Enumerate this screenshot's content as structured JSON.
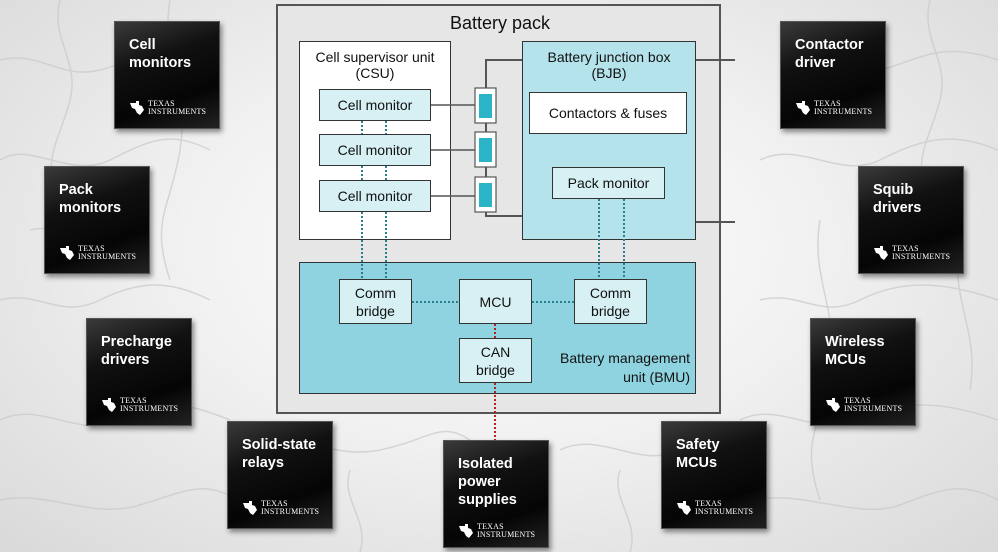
{
  "diagram": {
    "title": "Battery pack",
    "csu": {
      "title_line1": "Cell supervisor unit",
      "title_line2": "(CSU)",
      "monitors": [
        "Cell monitor",
        "Cell monitor",
        "Cell monitor"
      ]
    },
    "bjb": {
      "title_line1": "Battery junction box",
      "title_line2": "(BJB)",
      "contactors": "Contactors & fuses",
      "pack_monitor": "Pack monitor"
    },
    "bmu": {
      "comm_bridge_left_l1": "Comm",
      "comm_bridge_left_l2": "bridge",
      "mcu": "MCU",
      "comm_bridge_right_l1": "Comm",
      "comm_bridge_right_l2": "bridge",
      "can_bridge_l1": "CAN",
      "can_bridge_l2": "bridge",
      "label_line1": "Battery management",
      "label_line2": "unit (BMU)"
    },
    "colors": {
      "bmu_fill": "#8fd3e0",
      "bjb_fill": "#b5e3ec",
      "module_fill": "#d6f0f4",
      "cell_fill": "#2bb3c8",
      "can_link": "#b22222",
      "data_link": "#2a7f8a"
    }
  },
  "products": [
    {
      "line1": "Cell",
      "line2": "monitors",
      "brand1": "TEXAS",
      "brand2": "INSTRUMENTS"
    },
    {
      "line1": "Pack",
      "line2": "monitors",
      "brand1": "TEXAS",
      "brand2": "INSTRUMENTS"
    },
    {
      "line1": "Precharge",
      "line2": "drivers",
      "brand1": "TEXAS",
      "brand2": "INSTRUMENTS"
    },
    {
      "line1": "Solid-state",
      "line2": "relays",
      "brand1": "TEXAS",
      "brand2": "INSTRUMENTS"
    },
    {
      "line1": "Isolated",
      "line2": "power",
      "line3": "supplies",
      "brand1": "TEXAS",
      "brand2": "INSTRUMENTS"
    },
    {
      "line1": "Safety",
      "line2": "MCUs",
      "brand1": "TEXAS",
      "brand2": "INSTRUMENTS"
    },
    {
      "line1": "Wireless",
      "line2": "MCUs",
      "brand1": "TEXAS",
      "brand2": "INSTRUMENTS"
    },
    {
      "line1": "Squib",
      "line2": "drivers",
      "brand1": "TEXAS",
      "brand2": "INSTRUMENTS"
    },
    {
      "line1": "Contactor",
      "line2": "driver",
      "brand1": "TEXAS",
      "brand2": "INSTRUMENTS"
    }
  ]
}
